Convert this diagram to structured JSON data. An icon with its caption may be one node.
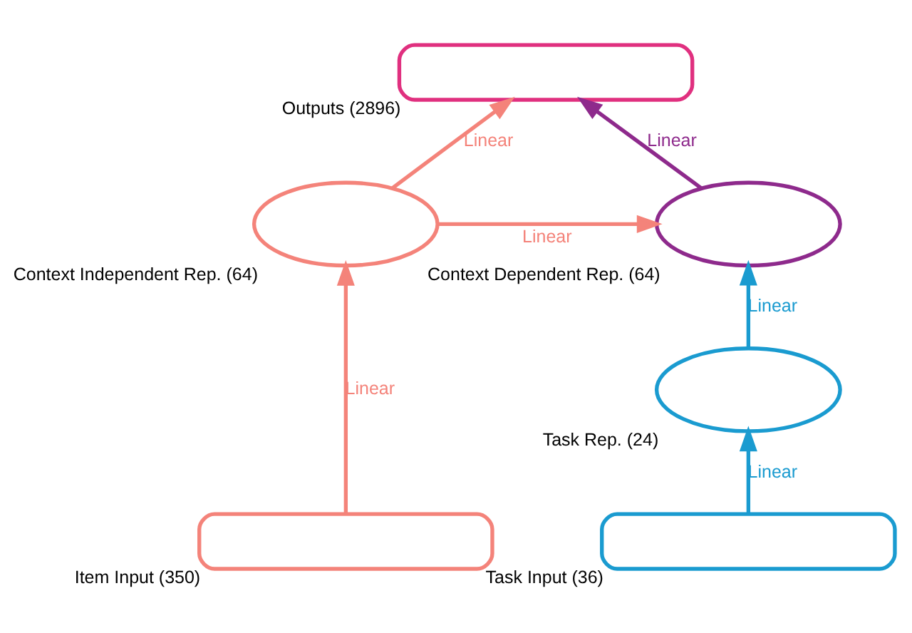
{
  "diagram": {
    "nodes": [
      {
        "text": [],
        "shape": "box",
        "beside": [
          "Outputs (2896)"
        ]
      },
      {
        "text": [],
        "shape": "ellipse",
        "beside": [
          "Context Independent Rep. (64)"
        ]
      },
      {
        "text": [],
        "shape": "ellipse",
        "beside": [
          "Context Dependent Rep. (64)"
        ]
      },
      {
        "text": [],
        "shape": "ellipse",
        "beside": [
          "Task Rep. (24)"
        ]
      },
      {
        "text": [],
        "shape": "box",
        "beside": [
          "Item Input (350)"
        ]
      },
      {
        "text": [],
        "shape": "box",
        "beside": [
          "Task Input (36)"
        ]
      }
    ],
    "edges": [
      {
        "from": 4,
        "to": 1,
        "arrow": "to",
        "label": "Linear",
        "color": "#f4837a"
      },
      {
        "from": 1,
        "to": 0,
        "arrow": "to",
        "label": "Linear",
        "color": "#f4837a"
      },
      {
        "from": 1,
        "to": 2,
        "arrow": "to",
        "label": "Linear",
        "color": "#f4837a"
      },
      {
        "from": 5,
        "to": 3,
        "arrow": "to",
        "label": "Linear",
        "color": "#1a9bd0"
      },
      {
        "from": 3,
        "to": 2,
        "arrow": "to",
        "label": "Linear",
        "color": "#1a9bd0"
      },
      {
        "from": 2,
        "to": 0,
        "arrow": "to",
        "label": "Linear",
        "color": "#8e2a8c"
      }
    ]
  }
}
